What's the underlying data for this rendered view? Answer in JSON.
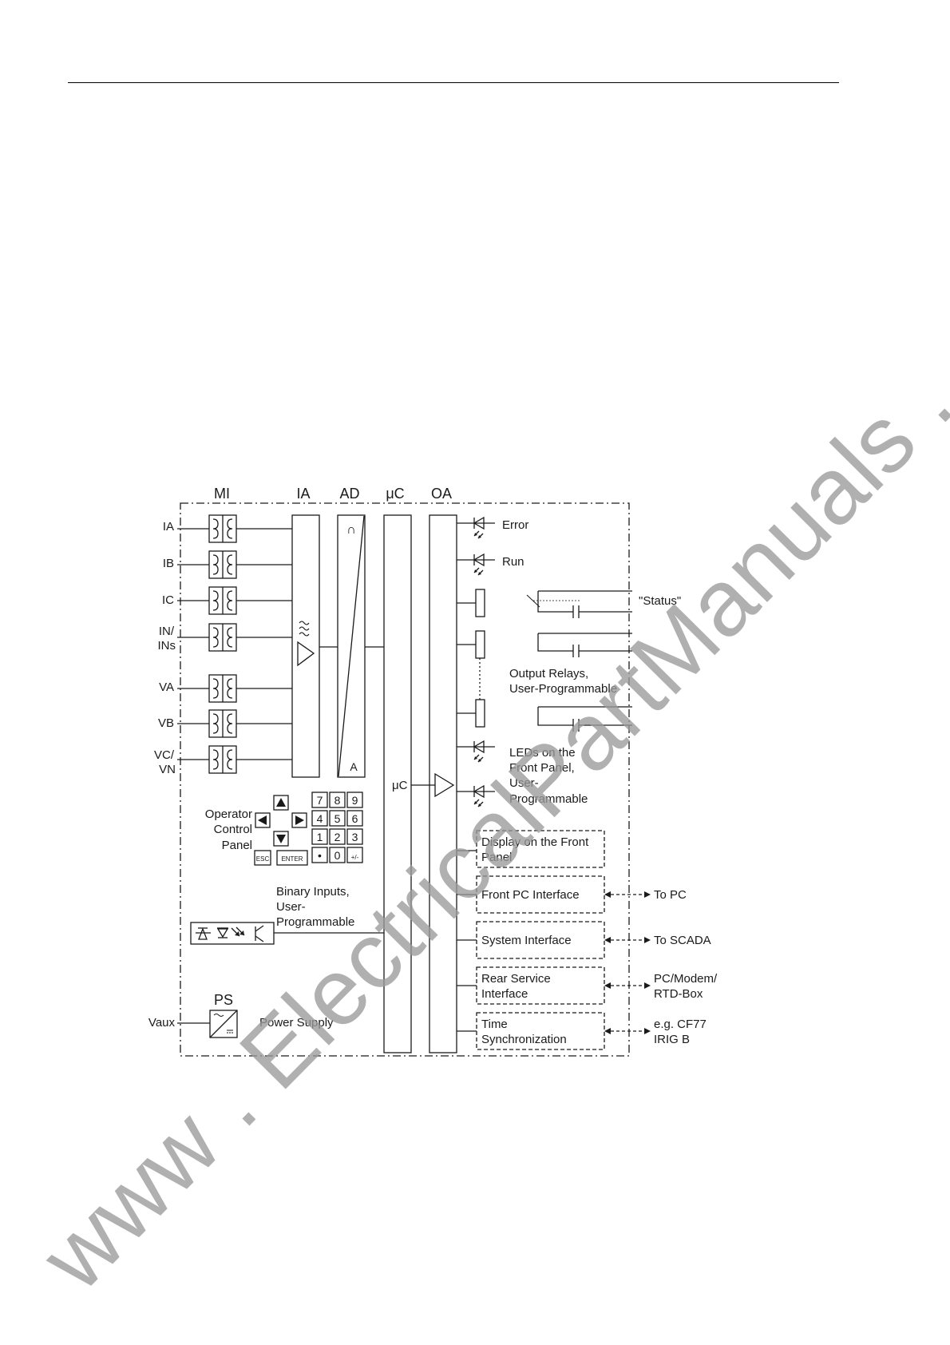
{
  "diagram": {
    "column_headers": [
      "MI",
      "IA",
      "AD",
      "μC",
      "OA"
    ],
    "inputs": [
      "IA",
      "IB",
      "IC",
      "IN/",
      "INs",
      "VA",
      "VB",
      "VC/",
      "VN"
    ],
    "ad_symbol_top": "∩",
    "ad_symbol_bottom": "A",
    "uc_label": "μC",
    "leds": {
      "error": "Error",
      "run": "Run"
    },
    "status_label": "\"Status\"",
    "output_relays": [
      "Output Relays,",
      "User-Programmable"
    ],
    "leds_front": [
      "LEDs on the",
      "Front Panel,",
      "User-",
      "Programmable"
    ],
    "operator_panel": [
      "Operator",
      "Control",
      "Panel"
    ],
    "keypad": {
      "digits": [
        "7",
        "8",
        "9",
        "4",
        "5",
        "6",
        "1",
        "2",
        "3",
        "•",
        "0",
        "+/-"
      ],
      "esc": "ESC",
      "enter": "ENTER"
    },
    "binary_inputs": [
      "Binary Inputs,",
      "User-",
      "Programmable"
    ],
    "power_supply": {
      "ps": "PS",
      "vaux": "Vaux",
      "label": "Power Supply"
    },
    "interfaces": [
      {
        "lines": [
          "Display on the Front",
          "Panel"
        ],
        "target": []
      },
      {
        "lines": [
          "Front PC Interface"
        ],
        "target": [
          "To PC"
        ]
      },
      {
        "lines": [
          "System Interface"
        ],
        "target": [
          "To SCADA"
        ]
      },
      {
        "lines": [
          "Rear Service",
          "Interface"
        ],
        "target": [
          "PC/Modem/",
          "RTD-Box"
        ]
      },
      {
        "lines": [
          "Time",
          "Synchronization"
        ],
        "target": [
          "e.g. CF77",
          "IRIG B"
        ]
      }
    ]
  },
  "watermark": "www . ElectricalPartManuals . com"
}
